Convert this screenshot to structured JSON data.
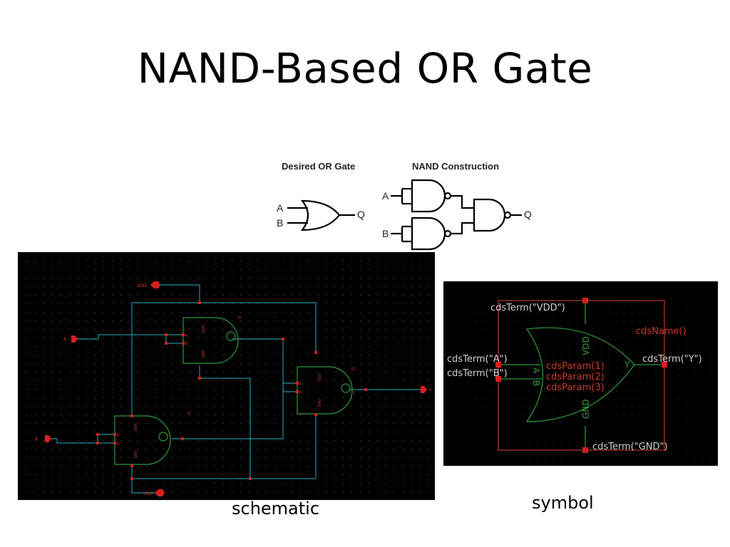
{
  "slide": {
    "title": "NAND-Based OR Gate"
  },
  "reference": {
    "desired_label": "Desired OR Gate",
    "nand_label": "NAND Construction",
    "or_inputs": [
      "A",
      "B"
    ],
    "or_output": "Q",
    "nand_inputs": [
      "A",
      "B"
    ],
    "nand_output": "Q"
  },
  "schematic": {
    "caption": "schematic",
    "pins": {
      "vdd": "VDD",
      "gnd": "GND",
      "a": "A",
      "b": "B",
      "y": "Y"
    },
    "instances": [
      {
        "name": "I0",
        "in_a": "A",
        "in_b": "B",
        "out": "Y",
        "vdd": "VDD",
        "gnd": "GND"
      },
      {
        "name": "I1",
        "in_a": "A",
        "in_b": "B",
        "out": "Y",
        "vdd": "VDD",
        "gnd": "GND"
      },
      {
        "name": "I2",
        "in_a": "A",
        "in_b": "B",
        "out": "Y",
        "vdd": "VDD",
        "gnd": "GND"
      }
    ]
  },
  "symbol": {
    "caption": "symbol",
    "term_vdd": "cdsTerm(\"VDD\")",
    "term_a": "cdsTerm(\"A\")",
    "term_b": "cdsTerm(\"B\")",
    "term_y": "cdsTerm(\"Y\")",
    "term_gnd": "cdsTerm(\"GND\")",
    "name": "cdsName()",
    "params": [
      "cdsParam(1)",
      "cdsParam(2)",
      "cdsParam(3)"
    ],
    "pin_vdd": "VDD",
    "pin_gnd": "GND",
    "pin_a": "A",
    "pin_b": "B",
    "pin_y": "Y"
  },
  "colors": {
    "wire": "#1f8fa0",
    "gate": "#2e9a3a",
    "pin": "#d81e1e",
    "text_red": "#c83a2a",
    "symbol_text": "#d0d0d0",
    "grid": "#5a5a5a"
  }
}
